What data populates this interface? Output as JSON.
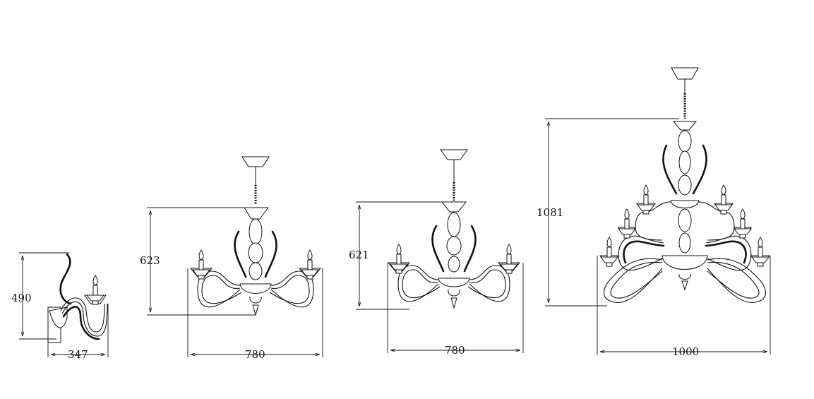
{
  "dimensions": {
    "wall_lamp": {
      "height": "490",
      "width": "347"
    },
    "chandelier_6": {
      "height": "623",
      "width": "780"
    },
    "chandelier_6b": {
      "height": "621",
      "width": "780"
    },
    "chandelier_12": {
      "height": "1081",
      "width": "1000"
    }
  }
}
